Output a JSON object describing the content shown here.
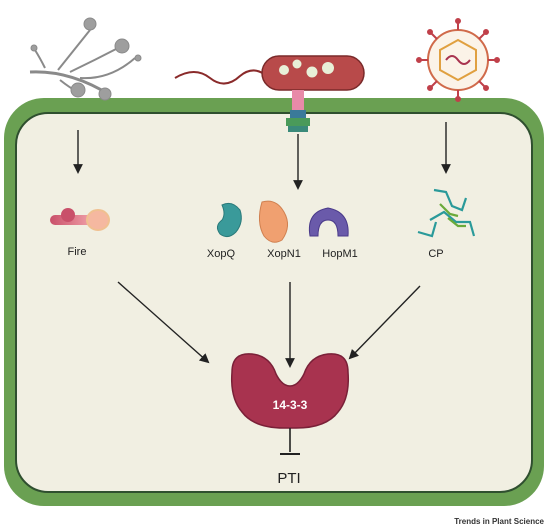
{
  "labels": {
    "fire": "Fire",
    "xopq": "XopQ",
    "xopn1": "XopN1",
    "hopm1": "HopM1",
    "cp": "CP",
    "center": "14-3-3",
    "pti": "PTI"
  },
  "credit": "Trends in Plant Science",
  "colors": {
    "cell_wall": "#6aa052",
    "cell_membrane": "#2f4f2f",
    "cytoplasm": "#f1efe2",
    "protein_1433": "#a8334f",
    "bacterium": "#b84a4a",
    "virus": "#d06a4a"
  }
}
